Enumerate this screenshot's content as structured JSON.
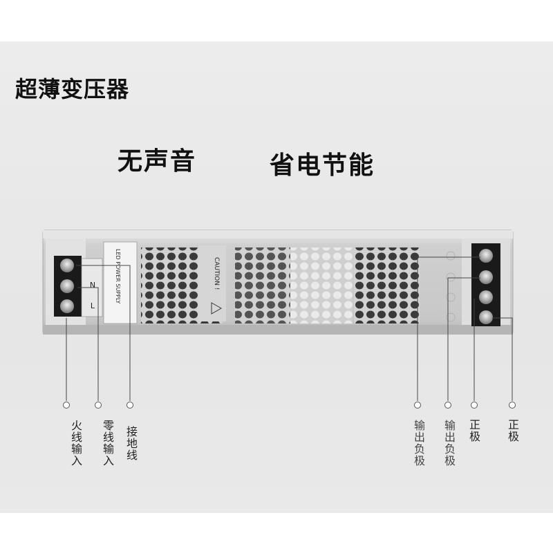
{
  "title": "超薄变压器",
  "features": [
    "无声音",
    "省电节能"
  ],
  "device": {
    "model_plate": "LED POWER SUPPLY",
    "caution": "CAUTION !",
    "terminal_marks": [
      "N",
      "L"
    ]
  },
  "callouts": {
    "live_input": "火线输入",
    "neutral_input": "零线输入",
    "ground": "接地线",
    "output_neg_1": "输出负极",
    "output_neg_2": "输出负极",
    "positive_1": "正极",
    "positive_2": "正极"
  },
  "colors": {
    "background_panel": "#e8e8e8",
    "case_metal": "#d4d4d4",
    "terminal_block": "#1a1a1a",
    "leader_line": "#444444"
  }
}
